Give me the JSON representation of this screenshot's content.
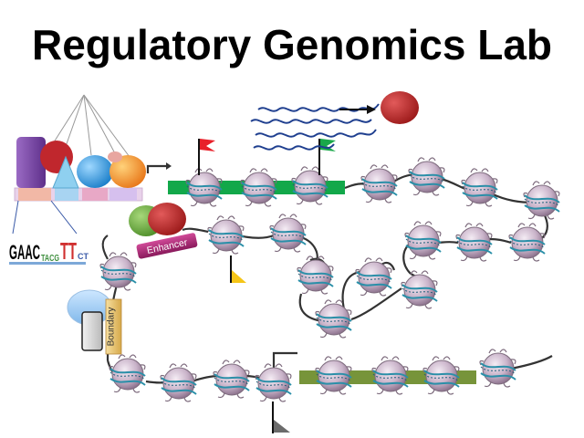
{
  "title": "Regulatory Genomics Lab",
  "labels": {
    "enhancer": "Enhancer",
    "boundary": "Boundary"
  },
  "motif": {
    "main": "GAAC",
    "mid": "TACG",
    "tail": "TT",
    "stack": "CT"
  },
  "colors": {
    "gene_active": "#12a84a",
    "gene_inactive": "#77943a",
    "flag_red": "#e8202a",
    "flag_green": "#1aa84a",
    "flag_yellow": "#f5c518",
    "flag_gray": "#6b6b6b",
    "protein_red": "#b8282a",
    "enhancer_magenta": "#b0267a",
    "nucleosome": "#c9b3c9",
    "dna_teal": "#2a8fa8"
  }
}
